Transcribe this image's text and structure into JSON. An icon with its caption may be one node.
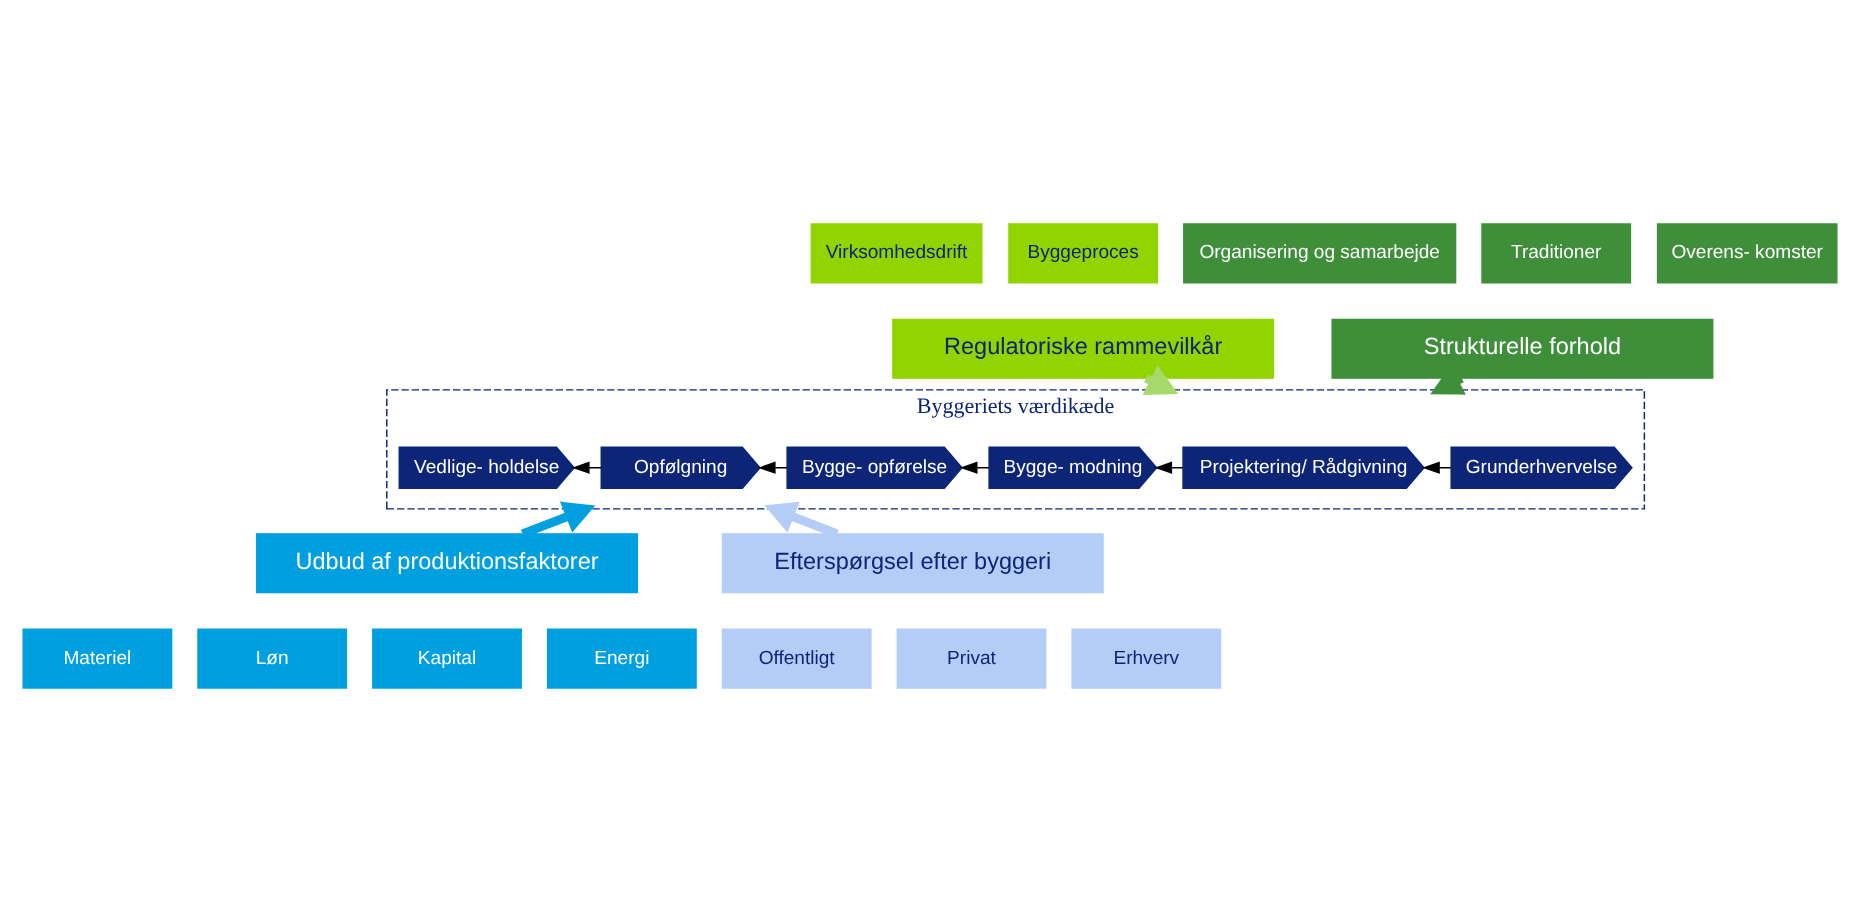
{
  "diagram": {
    "nodes": [
      {
        "text": [
          "Virksomhedsdrift"
        ]
      },
      {
        "text": [
          "Byggeproces"
        ]
      },
      {
        "text": [
          "Regulatoriske rammevilkår"
        ]
      },
      {
        "text": [
          "Organisering og samarbejde"
        ]
      },
      {
        "text": [
          "Traditioner"
        ]
      },
      {
        "text": [
          "Overens- komster"
        ]
      },
      {
        "text": [
          "Strukturelle forhold"
        ]
      },
      {
        "text": [
          "Byggeriets værdikæde"
        ]
      },
      {
        "text": [
          "Grunderhvervelse"
        ],
        "in": 7
      },
      {
        "text": [
          "Projektering/ Rådgivning"
        ],
        "in": 7
      },
      {
        "text": [
          "Bygge- modning"
        ],
        "in": 7
      },
      {
        "text": [
          "Bygge- opførelse"
        ],
        "in": 7
      },
      {
        "text": [
          "Opfølgning"
        ],
        "in": 7
      },
      {
        "text": [
          "Vedlige- holdelse"
        ],
        "in": 7
      },
      {
        "text": [
          "Udbud af produktionsfaktorer"
        ]
      },
      {
        "text": [
          "Materiel"
        ]
      },
      {
        "text": [
          "Løn"
        ]
      },
      {
        "text": [
          "Kapital"
        ]
      },
      {
        "text": [
          "Energi"
        ]
      },
      {
        "text": [
          "Efterspørgsel efter byggeri"
        ]
      },
      {
        "text": [
          "Offentligt"
        ]
      },
      {
        "text": [
          "Privat"
        ]
      },
      {
        "text": [
          "Erhverv"
        ]
      }
    ],
    "edges": [
      {
        "from": 2,
        "to": 7,
        "arrow": "to",
        "style": "thick",
        "color": "#a6d96a"
      },
      {
        "from": 6,
        "to": 7,
        "arrow": "to",
        "style": "thick",
        "color": "#3f8f3a"
      },
      {
        "from": 14,
        "to": 7,
        "arrow": "to",
        "style": "thick",
        "color": "#009fdf"
      },
      {
        "from": 19,
        "to": 7,
        "arrow": "to",
        "style": "thick",
        "color": "#b4cdf7"
      },
      {
        "from": 8,
        "to": 9,
        "arrow": "to"
      },
      {
        "from": 9,
        "to": 10,
        "arrow": "to"
      },
      {
        "from": 10,
        "to": 11,
        "arrow": "to"
      },
      {
        "from": 11,
        "to": 12,
        "arrow": "to"
      },
      {
        "from": 12,
        "to": 13,
        "arrow": "to"
      }
    ]
  }
}
